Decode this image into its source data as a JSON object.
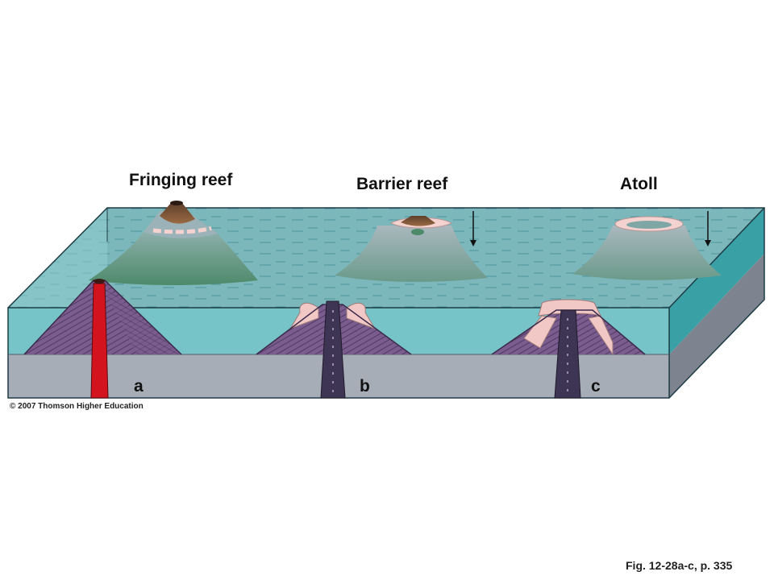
{
  "diagram": {
    "stages": [
      {
        "title": "Fringing reef",
        "letter": "a"
      },
      {
        "title": "Barrier reef",
        "letter": "b"
      },
      {
        "title": "Atoll",
        "letter": "c"
      }
    ],
    "copyright": "© 2007 Thomson Higher Education",
    "figure_ref": "Fig. 12-28a-c, p. 335",
    "colors": {
      "water_surface": "#7cc3c6",
      "water_back": "#77c4c8",
      "water_side": "#3a9fa3",
      "ground": "#a7adb7",
      "ground_side": "#7d8490",
      "volcano_rock": "#7a5c8e",
      "magma": "#d3141f",
      "coral_reef": "#f2c8c6",
      "island_peak": "#7a5236"
    }
  }
}
